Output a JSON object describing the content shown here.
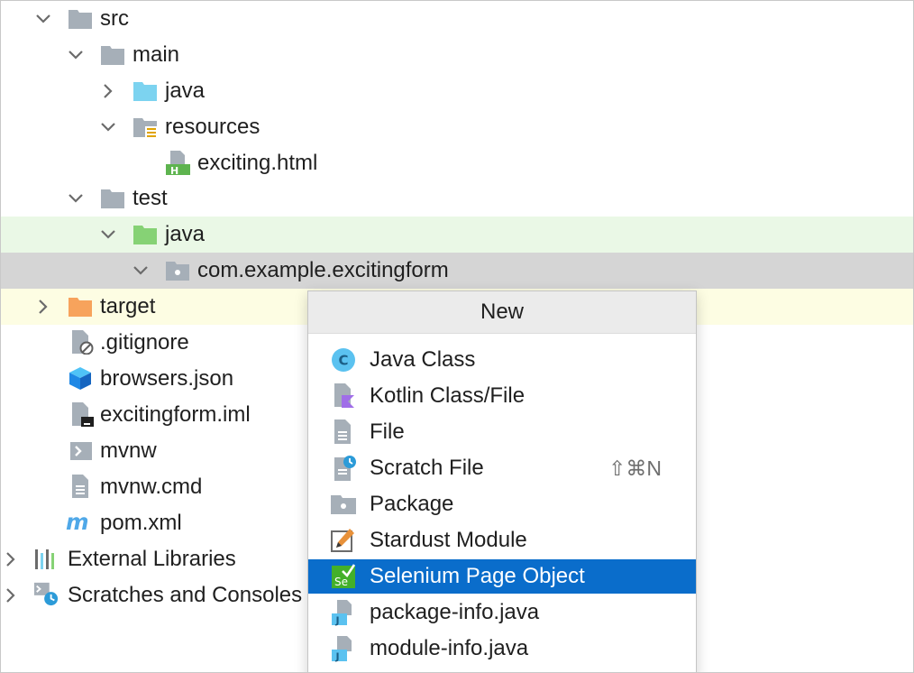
{
  "tree": {
    "items": [
      {
        "label": "src",
        "icon": "folder-icon"
      },
      {
        "label": "main",
        "icon": "folder-icon"
      },
      {
        "label": "java",
        "icon": "source-folder-icon"
      },
      {
        "label": "resources",
        "icon": "resources-folder-icon"
      },
      {
        "label": "exciting.html",
        "icon": "html-file-icon"
      },
      {
        "label": "test",
        "icon": "folder-icon"
      },
      {
        "label": "java",
        "icon": "test-folder-icon"
      },
      {
        "label": "com.example.excitingform",
        "icon": "package-icon"
      },
      {
        "label": "target",
        "icon": "excluded-folder-icon"
      },
      {
        "label": ".gitignore",
        "icon": "ignore-file-icon"
      },
      {
        "label": "browsers.json",
        "icon": "json-cube-icon"
      },
      {
        "label": "excitingform.iml",
        "icon": "iml-file-icon"
      },
      {
        "label": "mvnw",
        "icon": "shell-script-icon"
      },
      {
        "label": "mvnw.cmd",
        "icon": "text-file-icon"
      },
      {
        "label": "pom.xml",
        "icon": "maven-icon"
      },
      {
        "label": "External Libraries",
        "icon": "libraries-icon"
      },
      {
        "label": "Scratches and Consoles",
        "icon": "scratches-icon"
      }
    ]
  },
  "popup": {
    "title": "New",
    "items": [
      {
        "label": "Java Class",
        "icon": "java-class-icon"
      },
      {
        "label": "Kotlin Class/File",
        "icon": "kotlin-file-icon"
      },
      {
        "label": "File",
        "icon": "file-icon"
      },
      {
        "label": "Scratch File",
        "icon": "scratch-file-icon",
        "shortcut": "⇧⌘N"
      },
      {
        "label": "Package",
        "icon": "package-icon"
      },
      {
        "label": "Stardust Module",
        "icon": "stardust-module-icon"
      },
      {
        "label": "Selenium Page Object",
        "icon": "selenium-icon"
      },
      {
        "label": "package-info.java",
        "icon": "java-file-icon"
      },
      {
        "label": "module-info.java",
        "icon": "java-file-icon"
      }
    ]
  },
  "colors": {
    "selection": "#0a6dcb",
    "test_row": "#eaf8e6",
    "selected_row": "#d5d5d5",
    "excluded_row": "#fdfde3",
    "folder": "#a6afb8",
    "source_folder": "#7cd3f0",
    "test_folder": "#86d275",
    "excluded_folder": "#f7a35c"
  }
}
